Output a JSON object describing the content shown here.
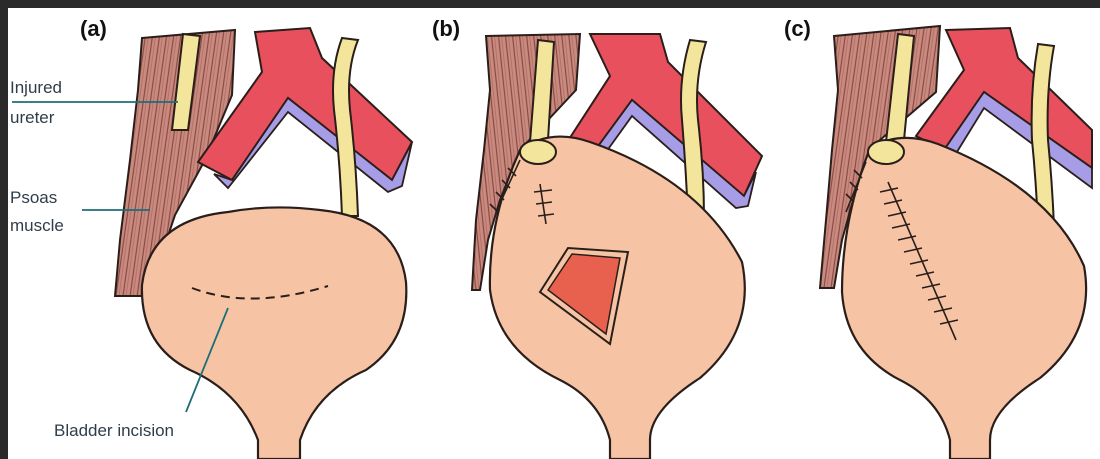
{
  "panels": [
    {
      "label": "(a)"
    },
    {
      "label": "(b)"
    },
    {
      "label": "(c)"
    }
  ],
  "annotations": {
    "injured_ureter_line1": "Injured",
    "injured_ureter_line2": "ureter",
    "psoas_line1": "Psoas",
    "psoas_line2": "muscle",
    "bladder_incision": "Bladder incision"
  },
  "colors": {
    "frame": "#2a2a2a",
    "background": "#ffffff",
    "muscle": "#c98a80",
    "muscle_stripe": "#8a4a44",
    "artery": "#e8505e",
    "vein": "#a79ce6",
    "ureter": "#f3e59c",
    "bladder": "#f6c4a4",
    "bladder_inner": "#e8604e",
    "leader_line": "#1e6d78",
    "outline": "#2a1e1a"
  }
}
